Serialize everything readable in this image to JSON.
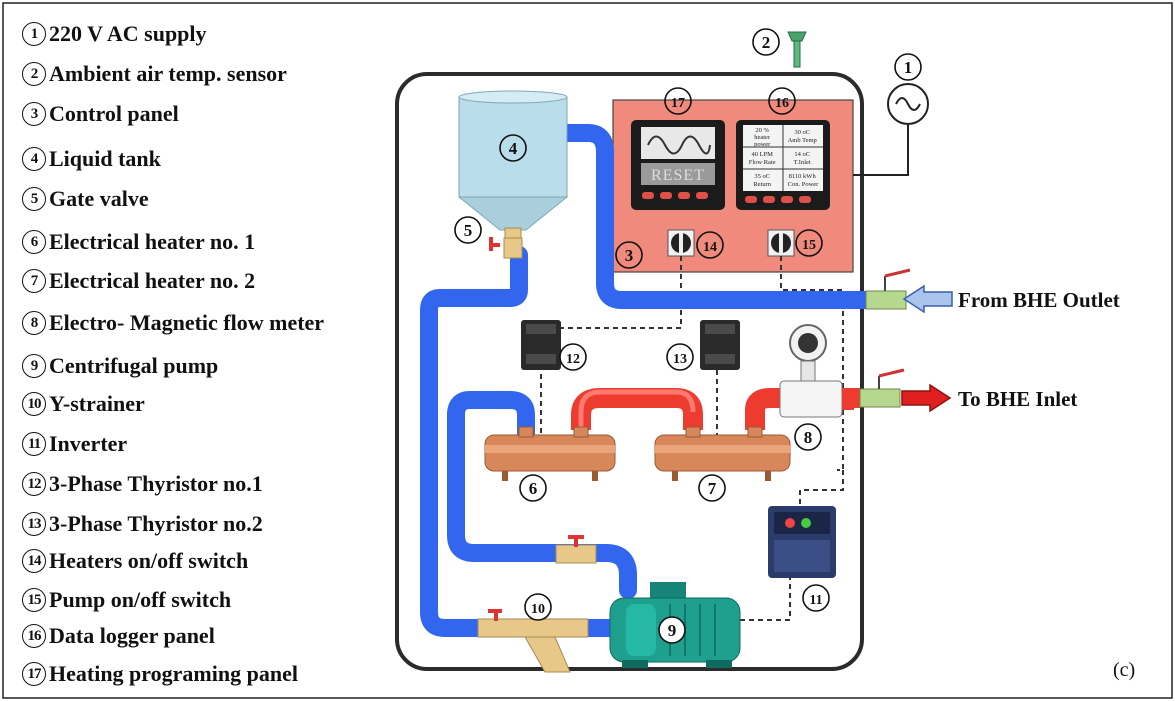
{
  "legend": [
    {
      "num": "1",
      "text": "220 V AC supply"
    },
    {
      "num": "2",
      "text": "Ambient air temp. sensor"
    },
    {
      "num": "3",
      "text": "Control panel"
    },
    {
      "num": "4",
      "text": "Liquid tank"
    },
    {
      "num": "5",
      "text": "Gate valve"
    },
    {
      "num": "6",
      "text": "Electrical heater no. 1"
    },
    {
      "num": "7",
      "text": "Electrical heater no. 2"
    },
    {
      "num": "8",
      "text": "Electro- Magnetic flow meter"
    },
    {
      "num": "9",
      "text": "Centrifugal pump"
    },
    {
      "num": "10",
      "text": "Y-strainer"
    },
    {
      "num": "11",
      "text": "Inverter"
    },
    {
      "num": "12",
      "text": "3-Phase Thyristor no.1"
    },
    {
      "num": "13",
      "text": "3-Phase Thyristor no.2"
    },
    {
      "num": "14",
      "text": "Heaters on/off switch"
    },
    {
      "num": "15",
      "text": "Pump on/off switch"
    },
    {
      "num": "16",
      "text": "Data logger panel"
    },
    {
      "num": "17",
      "text": "Heating programing panel"
    }
  ],
  "callouts": {
    "c1": "1",
    "c2": "2",
    "c3": "3",
    "c4": "4",
    "c5": "5",
    "c6": "6",
    "c7": "7",
    "c8": "8",
    "c9": "9",
    "c10": "10",
    "c11": "11",
    "c12": "12",
    "c13": "13",
    "c14": "14",
    "c15": "15",
    "c16": "16",
    "c17": "17"
  },
  "flow_labels": {
    "from_outlet": "From BHE Outlet",
    "to_inlet": "To BHE Inlet"
  },
  "heating_panel": {
    "reset": "RESET"
  },
  "data_logger": {
    "cells": [
      [
        "20 %",
        "heater",
        "power"
      ],
      [
        "30 oC",
        "Amb Temp"
      ],
      [
        "40 LPM",
        "Flow Rate"
      ],
      [
        "14 oC",
        "T.Inlet"
      ],
      [
        "35 oC",
        "Return"
      ],
      [
        "8110 kWh",
        "Con. Power"
      ]
    ]
  },
  "figure_tag": "(c)",
  "colors": {
    "blue_pipe": "#3366ee",
    "red_pipe": "#ee3b30",
    "control_panel": "#f08a7c",
    "heater_body": "#d8875a",
    "pump_body": "#1f9f8e"
  }
}
